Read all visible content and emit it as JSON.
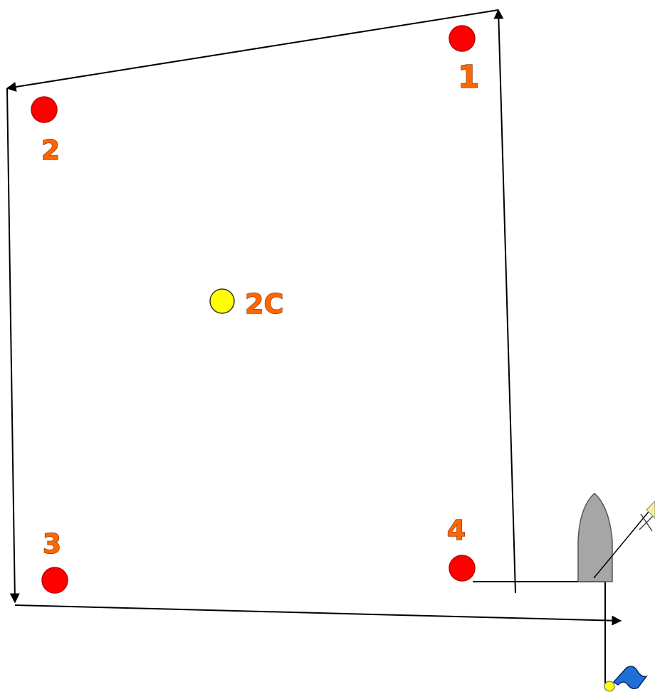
{
  "colors": {
    "rounding_mark": "#ff0000",
    "change_mark": "#ffff00",
    "mark_outline": "#c00000",
    "change_outline": "#333333",
    "label_fill": "#ff6600",
    "label_stroke": "#7a2a00",
    "course_line": "#000000",
    "boat_hull": "#a6a6a6",
    "flag": "#1f6fd6"
  },
  "marks": [
    {
      "id": "mark-1",
      "label": "1",
      "kind": "rounding"
    },
    {
      "id": "mark-2",
      "label": "2",
      "kind": "rounding"
    },
    {
      "id": "mark-2c",
      "label": "2C",
      "kind": "change"
    },
    {
      "id": "mark-3",
      "label": "3",
      "kind": "rounding"
    },
    {
      "id": "mark-4",
      "label": "4",
      "kind": "rounding"
    }
  ],
  "icons": {
    "boat": "committee-boat-icon",
    "flag": "flag-icon",
    "pin": "pin-buoy-icon"
  }
}
